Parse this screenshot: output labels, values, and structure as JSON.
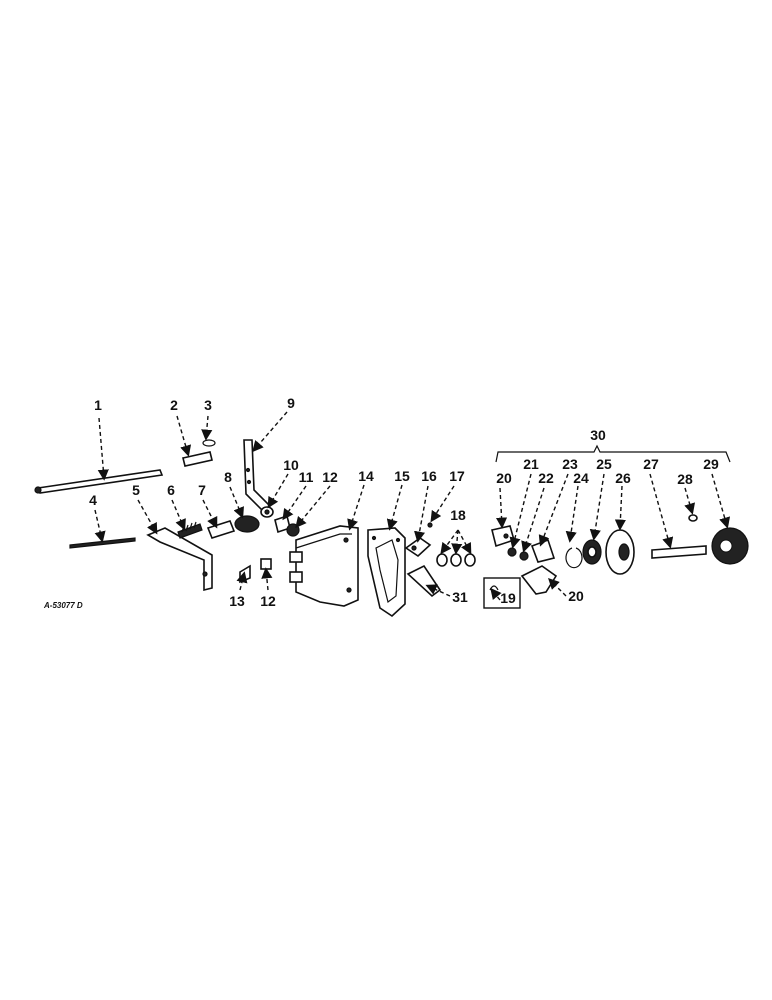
{
  "figure_ref": "A-53077 D",
  "group_label": "30",
  "callouts": [
    "1",
    "2",
    "3",
    "4",
    "5",
    "6",
    "7",
    "8",
    "9",
    "10",
    "11",
    "12",
    "12",
    "13",
    "14",
    "15",
    "16",
    "17",
    "18",
    "19",
    "20",
    "20",
    "21",
    "22",
    "23",
    "24",
    "25",
    "26",
    "27",
    "28",
    "29",
    "31"
  ]
}
